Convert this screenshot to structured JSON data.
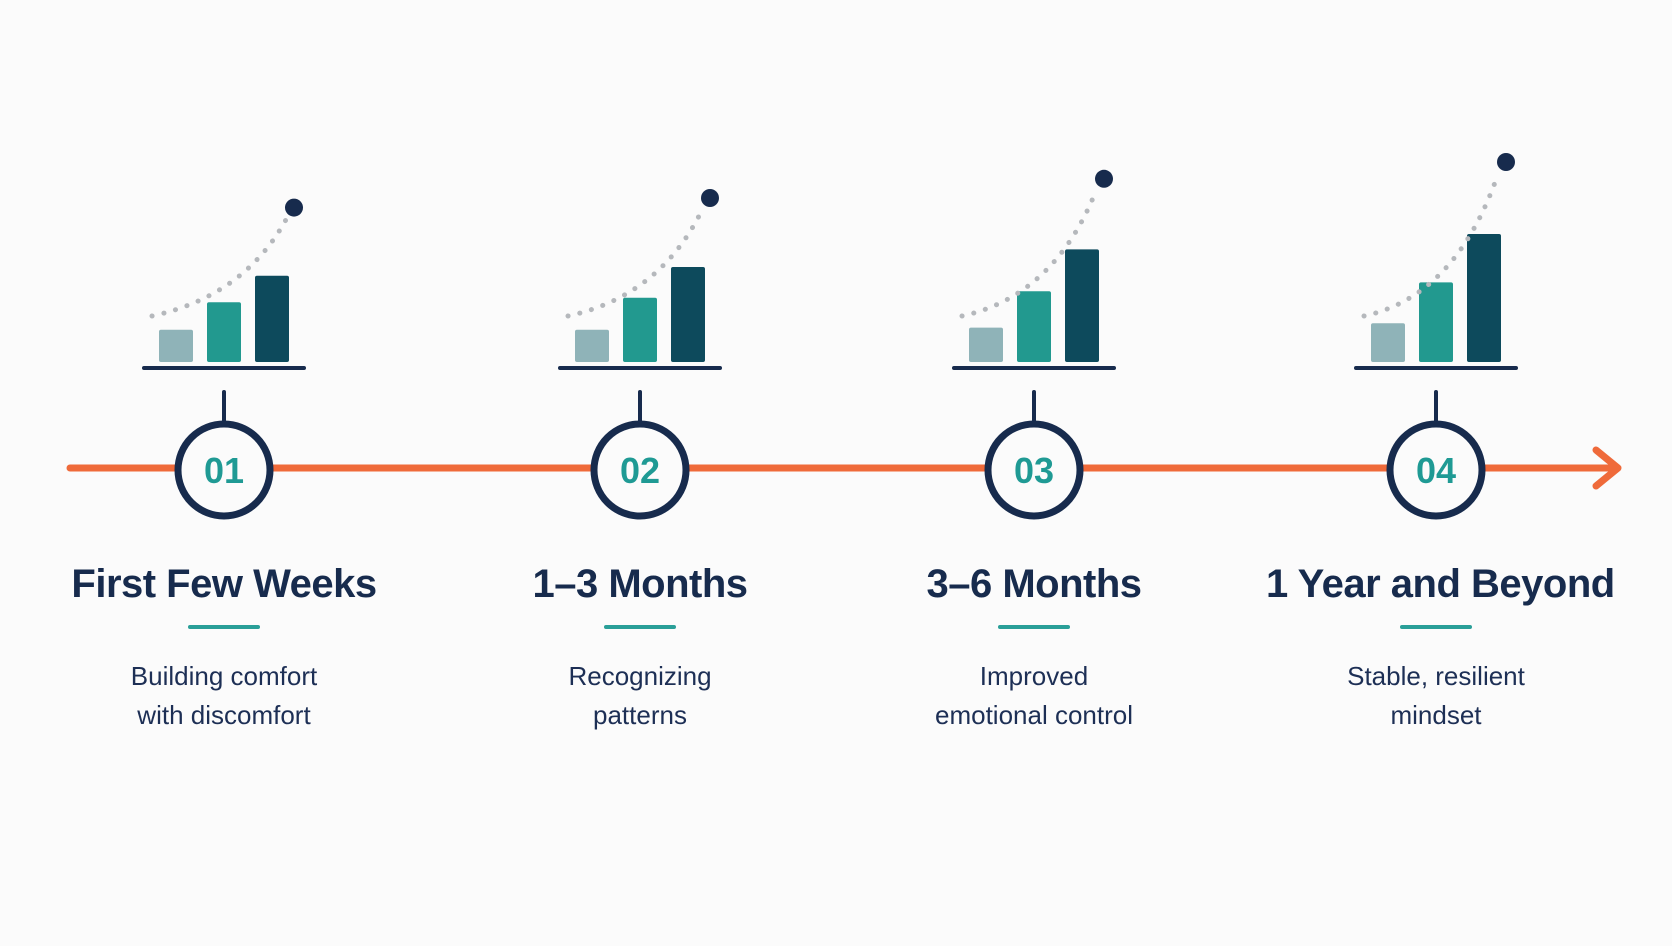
{
  "colors": {
    "background": "#fbfbfb",
    "timeline": "#ef6a3a",
    "navy": "#172b4d",
    "teal_text": "#1f9a94",
    "bar_light": "#8fb3b8",
    "bar_mid": "#22998f",
    "bar_dark": "#0d4a5c",
    "dots": "#b5b8bc",
    "rule": "#2a9f98"
  },
  "stages": [
    {
      "number": "01",
      "title": "First Few Weeks",
      "description_lines": [
        "Building comfort",
        "with discomfort"
      ],
      "bar_levels": [
        0.22,
        0.38,
        0.62
      ]
    },
    {
      "number": "02",
      "title": "1–3 Months",
      "description_lines": [
        "Recognizing",
        "patterns"
      ],
      "bar_levels": [
        0.22,
        0.42,
        0.7
      ]
    },
    {
      "number": "03",
      "title": "3–6 Months",
      "description_lines": [
        "Improved",
        "emotional control"
      ],
      "bar_levels": [
        0.24,
        0.48,
        0.86
      ]
    },
    {
      "number": "04",
      "title": "1 Year and Beyond",
      "description_lines": [
        "Stable, resilient",
        "mindset"
      ],
      "bar_levels": [
        0.28,
        0.56,
        1.0
      ]
    }
  ]
}
